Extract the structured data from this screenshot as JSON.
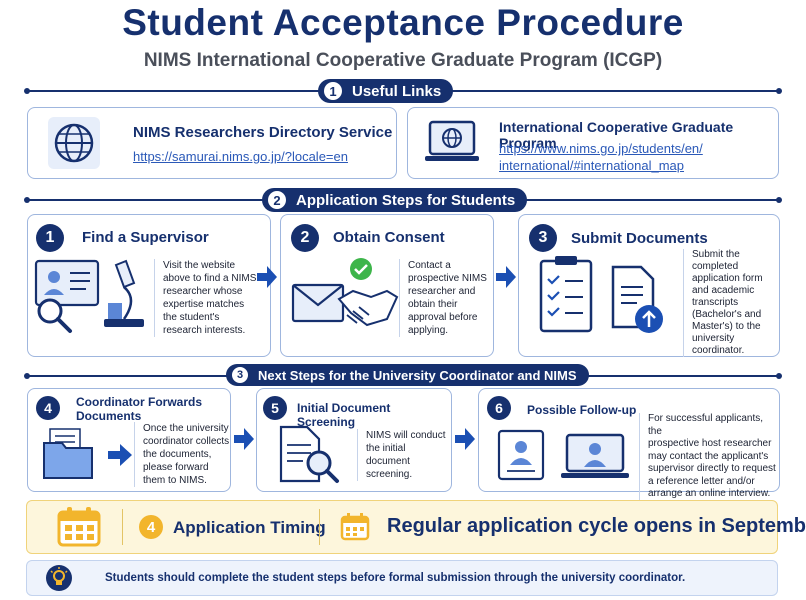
{
  "header": {
    "title": "Student Acceptance Procedure",
    "subtitle": "NIMS International Cooperative Graduate Program (ICGP)"
  },
  "sections": {
    "links": {
      "num": "1",
      "label": "Useful Links"
    },
    "student_steps": {
      "num": "2",
      "label": "Application Steps for Students"
    },
    "coordinator_steps": {
      "num": "3",
      "label": "Next Steps for the University Coordinator and NIMS"
    }
  },
  "links": [
    {
      "title": "NIMS Researchers Directory Service",
      "url": "https://samurai.nims.go.jp/?locale=en",
      "icon": "globe-icon"
    },
    {
      "title": "International Cooperative Graduate Program",
      "url_line1": "https://www.nims.go.jp/students/en/",
      "url_line2": "international/#international_map",
      "icon": "laptop-globe-icon"
    }
  ],
  "steps": [
    {
      "num": "1",
      "title": "Find a Supervisor",
      "desc": [
        "Visit the website",
        "above to find a NIMS",
        "researcher whose",
        "expertise matches",
        "the student's",
        "research interests."
      ]
    },
    {
      "num": "2",
      "title": "Obtain Consent",
      "desc": [
        "Contact a",
        "prospective NIMS",
        "researcher and",
        "obtain their",
        "approval before",
        "applying."
      ]
    },
    {
      "num": "3",
      "title": "Submit Documents",
      "desc": [
        "Submit the",
        "completed",
        "application form",
        "and academic",
        "transcripts",
        "(Bachelor's and",
        "Master's) to the",
        "university",
        "coordinator."
      ]
    },
    {
      "num": "4",
      "title_line1": "Coordinator Forwards",
      "title_line2": "Documents",
      "desc": [
        "Once the university",
        "coordinator collects",
        "the documents,",
        "please forward",
        "them to NIMS."
      ]
    },
    {
      "num": "5",
      "title": "Initial Document Screening",
      "desc": [
        "NIMS will conduct",
        "the initial",
        "document",
        "screening."
      ]
    },
    {
      "num": "6",
      "title": "Possible Follow-up",
      "desc": [
        "For successful applicants, the",
        "prospective host researcher",
        "may contact the applicant's",
        "supervisor directly to request",
        "a reference letter and/or",
        "arrange an online interview."
      ]
    }
  ],
  "timing": {
    "num": "4",
    "label": "Application Timing",
    "message": "Regular application cycle opens in September."
  },
  "note": {
    "text": "Students should complete the student steps before formal submission through the university coordinator."
  },
  "colors": {
    "navy": "#16306e",
    "link_blue": "#2b59b8",
    "card_border": "#9fb6de",
    "timing_bg": "#fdf6dc",
    "timing_accent": "#f2b52c",
    "note_bg": "#eef3fc",
    "check_green": "#3db54a"
  }
}
